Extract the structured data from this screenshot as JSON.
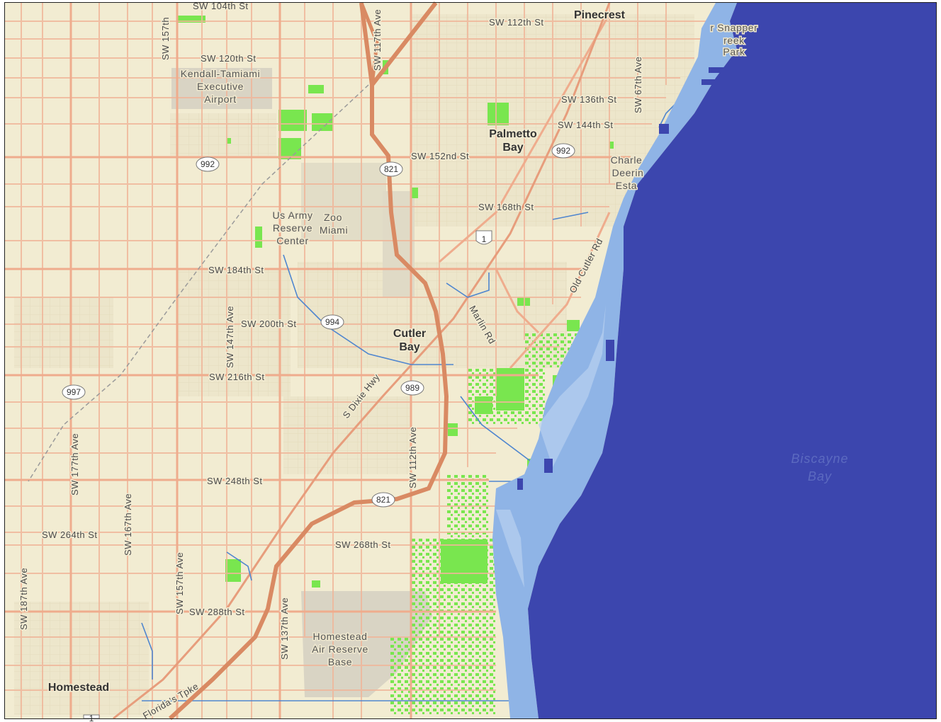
{
  "colors": {
    "land": "#f2ecd2",
    "water": "#3c46ae",
    "surge": "#8fb4e6",
    "park": "#79e64f",
    "road": "#f0b69a",
    "highway": "#d98a63",
    "canal": "#4f86cf"
  },
  "places": {
    "pinecrest": "Pinecrest",
    "palmetto_1": "Palmetto",
    "palmetto_2": "Bay",
    "cutler_1": "Cutler",
    "cutler_2": "Bay",
    "homestead": "Homestead"
  },
  "pois": {
    "airport_1": "Kendall-Tamiami",
    "airport_2": "Executive",
    "airport_3": "Airport",
    "army_1": "Us Army",
    "army_2": "Reserve",
    "army_3": "Center",
    "zoo_1": "Zoo",
    "zoo_2": "Miami",
    "charles_1": "Charle",
    "charles_2": "Deerin",
    "charles_3": "Esta",
    "snapper_1": "r Snapper",
    "snapper_2": "reek",
    "snapper_3": "Park",
    "hars_1": "Homestead",
    "hars_2": "Air Reserve",
    "hars_3": "Base"
  },
  "streets": {
    "sw104": "SW 104th St",
    "sw112": "SW 112th St",
    "sw120": "SW 120th St",
    "sw136": "SW 136th St",
    "sw144": "SW 144th St",
    "sw152": "SW 152nd St",
    "sw168": "SW 168th St",
    "sw184": "SW 184th St",
    "sw200": "SW 200th St",
    "sw216": "SW 216th St",
    "sw248": "SW 248th St",
    "sw264": "SW 264th St",
    "sw268": "SW 268th St",
    "sw288": "SW 288th St",
    "ave157_top": "SW 157th",
    "ave117": "SW 117th Ave",
    "ave67": "SW 67th Ave",
    "ave147": "SW 147th Ave",
    "ave177": "SW 177th Ave",
    "ave167": "SW 167th Ave",
    "ave157": "SW 157th Ave",
    "ave187": "SW 187th Ave",
    "ave137": "SW 137th Ave",
    "ave112": "SW 112th Ave",
    "old_cutler": "Old Cutler Rd",
    "marlin": "Marlin Rd",
    "dixie": "S Dixie Hwy",
    "turnpike": "Florida's Tpke"
  },
  "shields": {
    "s992a": "992",
    "s992b": "992",
    "s821a": "821",
    "s821b": "821",
    "s994": "994",
    "s989": "989",
    "s997": "997",
    "us1": "1",
    "us1b": "1"
  },
  "water": {
    "bay_1": "Biscayne",
    "bay_2": "Bay"
  }
}
